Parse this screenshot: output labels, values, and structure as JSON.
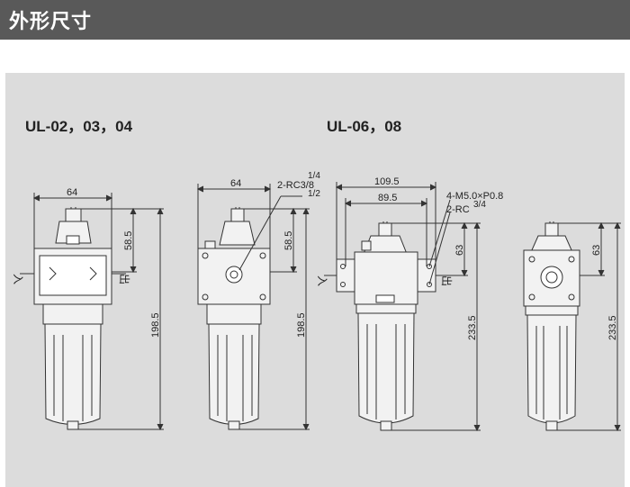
{
  "header": {
    "title": "外形尺寸"
  },
  "colors": {
    "header_bg": "#595959",
    "panel_bg": "#dcdcdc",
    "line": "#333333"
  },
  "groups": [
    {
      "model": "UL-02，03，04"
    },
    {
      "model": "UL-06，08"
    }
  ],
  "dims": {
    "d1_width": "64",
    "d1_top": "58.5",
    "d1_height": "198.5",
    "d2_width": "64",
    "d2_top": "58.5",
    "d2_height": "198.5",
    "d2_port_a": "1/4",
    "d2_port_b": "2-RC3/8",
    "d2_port_c": "1/2",
    "d3_outer": "109.5",
    "d3_inner": "89.5",
    "d3_bolt": "4-M5.0×P0.8",
    "d3_port": "2-RC",
    "d3_port_size": "3/4",
    "d3_top": "63",
    "d3_height": "233.5",
    "d4_top": "63",
    "d4_height": "233.5"
  },
  "flow": {
    "in": "入",
    "out": "出"
  }
}
